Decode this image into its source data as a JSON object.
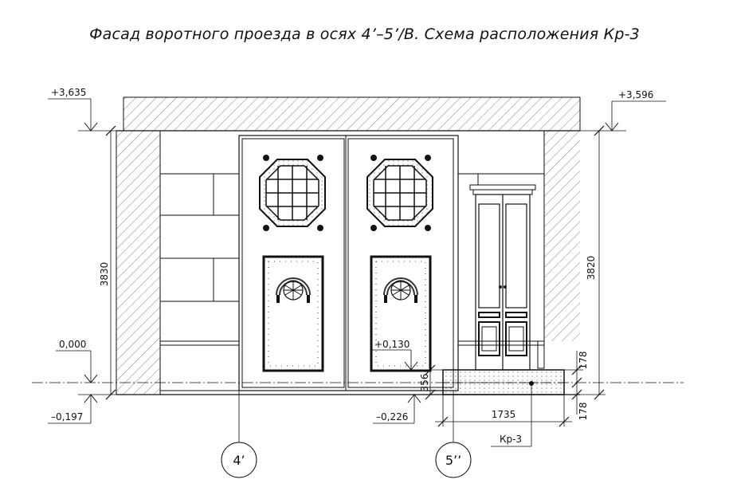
{
  "title": "Фасад воротного проезда в осях 4’–5’/В. Схема расположения Кр-3",
  "levels": {
    "top_left": "+3,635",
    "top_right": "+3,596",
    "zero": "0,000",
    "left_bottom": "–0,197",
    "step": "+0,130",
    "right_bottom": "–0,226"
  },
  "dimensions": {
    "left_height": "3830",
    "right_height": "3820",
    "step_height": "356",
    "slab_width": "1735",
    "slab_top": "178",
    "slab_bottom": "178"
  },
  "callout": "Кр-3",
  "axes": {
    "left": "4’",
    "right": "5’’"
  },
  "colors": {
    "line": "#111111",
    "hatch": "#555555",
    "background": "#ffffff"
  }
}
